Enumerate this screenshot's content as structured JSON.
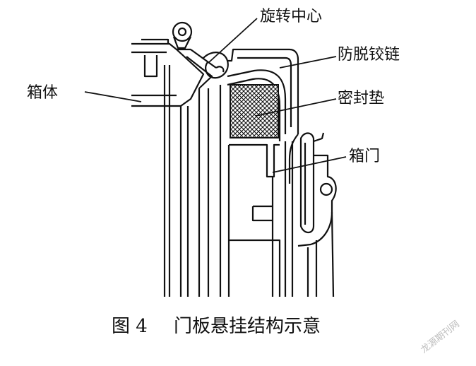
{
  "diagram": {
    "labels": {
      "rotation_center": "旋转中心",
      "anti_drop_hinge": "防脱铰链",
      "cabinet_body": "箱体",
      "seal_gasket": "密封垫",
      "cabinet_door": "箱门"
    },
    "caption": {
      "number": "图 4",
      "title": "门板悬挂结构示意"
    },
    "watermark": "龙源期刊网"
  }
}
